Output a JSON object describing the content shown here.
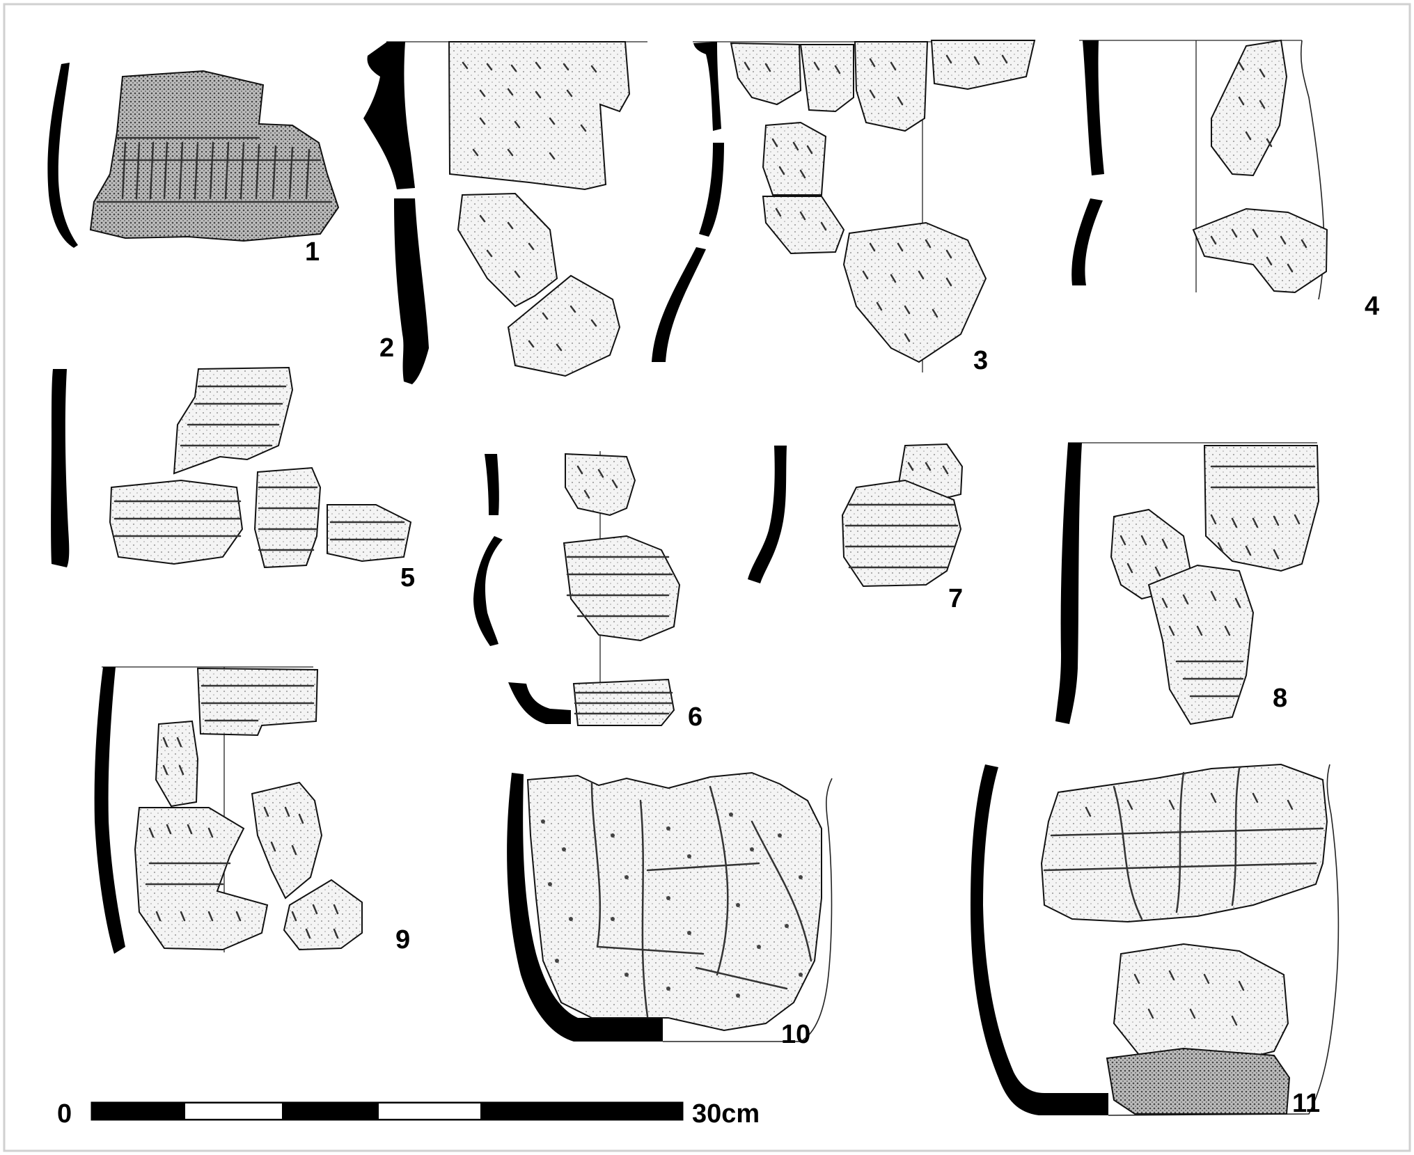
{
  "figure": {
    "border_color": "#d0d0d0",
    "ink_color": "#000000",
    "items": [
      {
        "id": 1,
        "label": "1"
      },
      {
        "id": 2,
        "label": "2"
      },
      {
        "id": 3,
        "label": "3"
      },
      {
        "id": 4,
        "label": "4"
      },
      {
        "id": 5,
        "label": "5"
      },
      {
        "id": 6,
        "label": "6"
      },
      {
        "id": 7,
        "label": "7"
      },
      {
        "id": 8,
        "label": "8"
      },
      {
        "id": 9,
        "label": "9"
      },
      {
        "id": 10,
        "label": "10"
      },
      {
        "id": 11,
        "label": "11"
      }
    ],
    "scale_bar": {
      "start_label": "0",
      "end_label": "30cm",
      "segments": 6,
      "pattern": [
        "black",
        "white",
        "black",
        "white",
        "black",
        "black"
      ]
    }
  }
}
